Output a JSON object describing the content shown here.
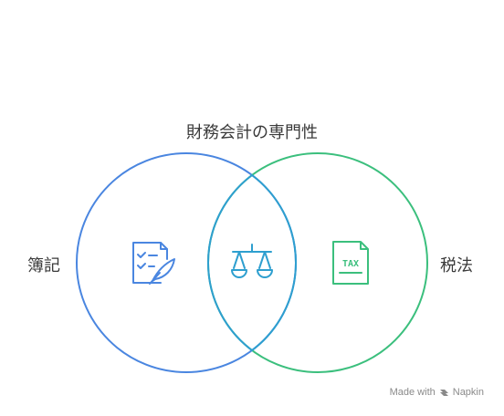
{
  "diagram": {
    "title": "財務会計の専門性",
    "left": {
      "label": "簿記",
      "icon": "checklist-quill-icon"
    },
    "center": {
      "icon": "balance-scale-icon"
    },
    "right": {
      "label": "税法",
      "icon": "tax-document-icon",
      "icon_text": "TAX"
    }
  },
  "colors": {
    "left": "#4a86e0",
    "right": "#3bbf7d",
    "overlap": "#2e9fcf",
    "text": "#3a3a3a"
  },
  "footer": {
    "credit_prefix": "Made with",
    "brand": "Napkin",
    "brand_icon": "napkin-logo-icon"
  }
}
